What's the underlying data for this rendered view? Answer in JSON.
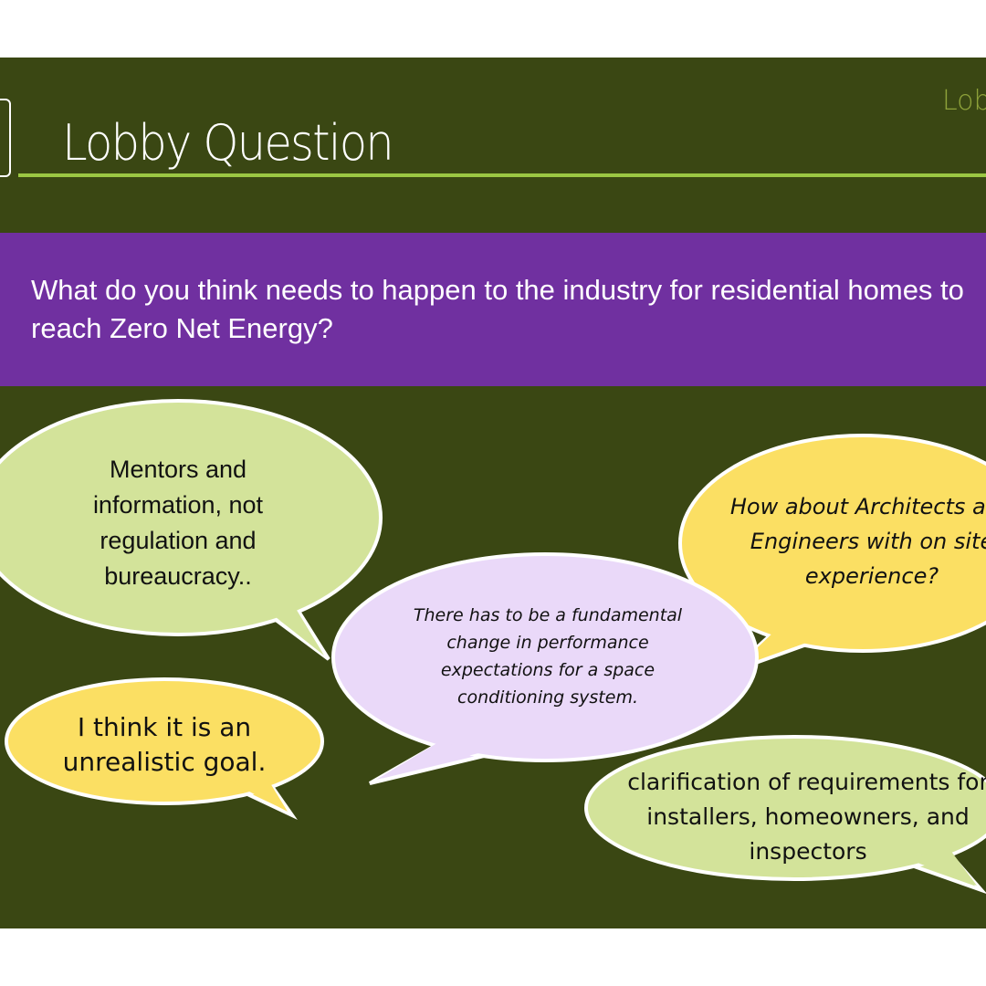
{
  "slide": {
    "title": "Lobby Question",
    "corner_label": "Lob",
    "question": "What do you think needs to happen to the industry for residential homes to reach Zero Net Energy?",
    "colors": {
      "background": "#3a4713",
      "band": "#7030a0",
      "rule": "#9bc743",
      "green_bubble": "#d3e39a",
      "yellow_bubble": "#fbdf63",
      "lavender_bubble": "#ead9f9"
    }
  },
  "bubbles": [
    {
      "text": "Mentors and information, not regulation and bureaucracy..",
      "color": "green"
    },
    {
      "text": "There has to be a fundamental change in performance expectations for a space conditioning system.",
      "color": "lavender"
    },
    {
      "text": "How about Architects and Engineers with on site experience?",
      "color": "yellow"
    },
    {
      "text": "I think it is an unrealistic goal.",
      "color": "yellow"
    },
    {
      "text": "clarification of requirements for installers, homeowners, and inspectors",
      "color": "green"
    }
  ]
}
